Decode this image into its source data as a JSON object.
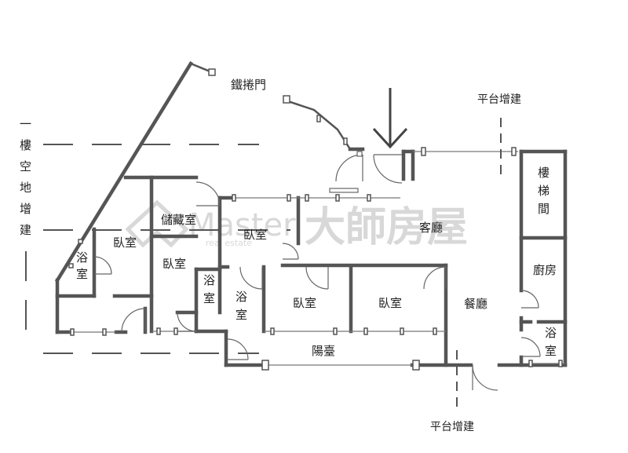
{
  "watermark": {
    "brand_en": "Master",
    "brand_sub": "real estate",
    "brand_cjk": "大師房屋"
  },
  "annotations": {
    "first_floor_open_space": [
      "一",
      "樓",
      "空",
      "地",
      "增",
      "建"
    ],
    "iron_rolling_door": "鐵捲門",
    "platform_extension_top": "平台增建",
    "platform_extension_bottom": "平台增建"
  },
  "rooms": {
    "storage": "儲藏室",
    "bedroom_left": "臥室",
    "bedroom_center_top": "臥室",
    "bedroom_left_lower": "臥室",
    "bathroom_left": [
      "浴",
      "室"
    ],
    "bathroom_mid_small": [
      "浴",
      "室"
    ],
    "bathroom_mid": [
      "浴",
      "室"
    ],
    "bedroom_mid": "臥室",
    "bedroom_right": "臥室",
    "balcony": "陽臺",
    "living_room": "客廳",
    "dining_room": "餐廳",
    "stairwell": [
      "樓",
      "梯",
      "間"
    ],
    "kitchen": "廚房",
    "bathroom_right": [
      "浴",
      "室"
    ]
  },
  "colors": {
    "wall": "#555555",
    "thin_line": "#777777",
    "watermark": "#d8d8d8"
  }
}
